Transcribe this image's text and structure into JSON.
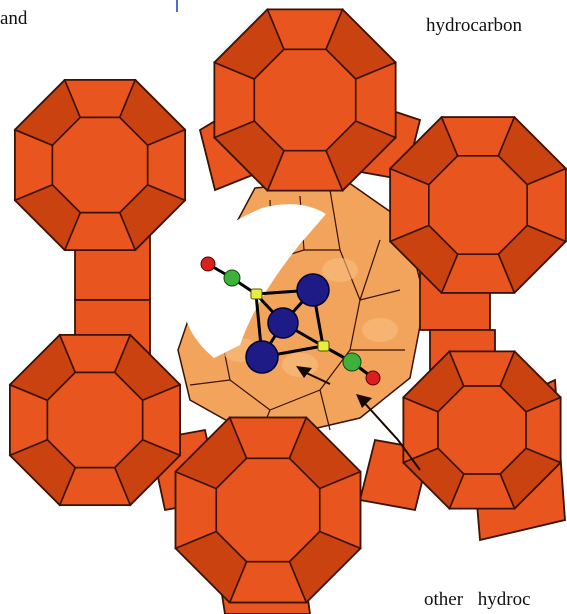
{
  "text_fragments": {
    "top_left": "and",
    "top_right": "hydrocarbon",
    "bottom_right": "other hydroc"
  },
  "figure": {
    "subject": "zeolite-framework-cage",
    "colors": {
      "framework_fill": "#e8551e",
      "framework_fill_dark": "#c9420f",
      "framework_edge": "#3a1206",
      "inner_wall_fill": "#f2a45c",
      "inner_wall_fill_light": "#f7bf80",
      "metal_atom": "#1e1a86",
      "linker_atom": "#e8ee40",
      "carbon_atom": "#3fb03a",
      "oxygen_atom": "#d8201e",
      "bond": "#000000"
    }
  }
}
